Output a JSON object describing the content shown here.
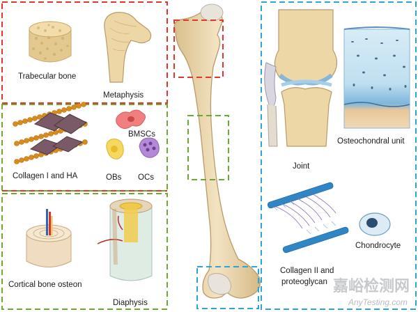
{
  "left_panel": {
    "top_section": {
      "trabecular_label": "Trabecular bone",
      "metaphysis_label": "Metaphysis"
    },
    "middle_section": {
      "bmscs_label": "BMSCs",
      "collagen_label": "Collagen I and  HA",
      "obs_label": "OBs",
      "ocs_label": "OCs"
    },
    "bottom_section": {
      "osteon_label": "Cortical bone osteon",
      "diaphysis_label": "Diaphysis"
    }
  },
  "right_panel": {
    "joint_label": "Joint",
    "osteochondral_label": "Osteochondral unit",
    "collagen2_label_line1": "Collagen II and",
    "collagen2_label_line2": "proteoglycan",
    "chondrocyte_label": "Chondrocyte"
  },
  "colors": {
    "red_box": "#e0362c",
    "green_box": "#6aaa2e",
    "blue_box": "#2aa5d8",
    "bone": "#edd9b0",
    "bone_outline": "#b89a6a"
  },
  "watermark": {
    "cn": "嘉峪检测网",
    "en": "AnyTesting.com"
  }
}
